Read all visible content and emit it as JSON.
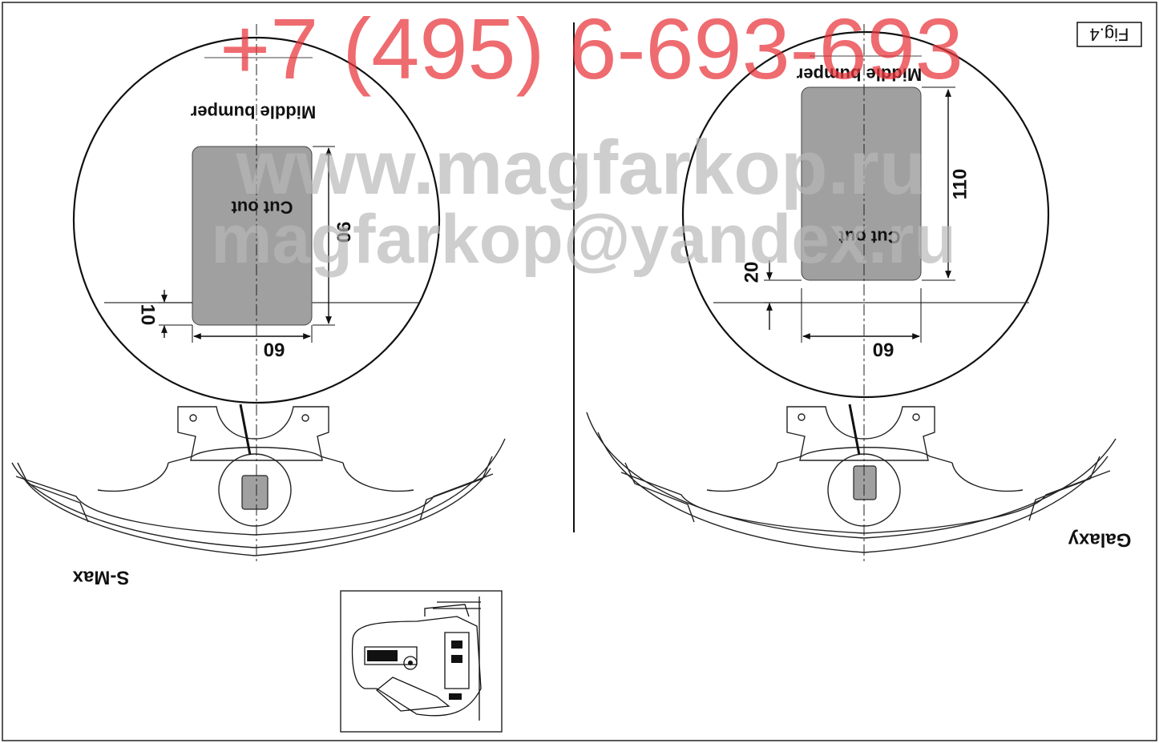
{
  "watermark": {
    "phone": "+7 (495) 6-693-693",
    "site": "www.magfarkop.ru",
    "email": "magfarkop@yandex.ru",
    "phone_color": "#e8333a",
    "text_color": "#b8b8b8"
  },
  "figure": {
    "label": "Fig.4"
  },
  "left_panel": {
    "model": "S-Max",
    "bumper_label": "Middle bumper",
    "cutout_label": "Cut out",
    "dim_height": "90",
    "dim_width": "60",
    "dim_offset": "10"
  },
  "right_panel": {
    "model": "Galaxy",
    "bumper_label": "Middle bumper",
    "cutout_label": "Cut out",
    "dim_height": "110",
    "dim_width": "60",
    "dim_offset": "20"
  },
  "colors": {
    "cutout_fill": "#a0a0a0",
    "line": "#111111"
  }
}
